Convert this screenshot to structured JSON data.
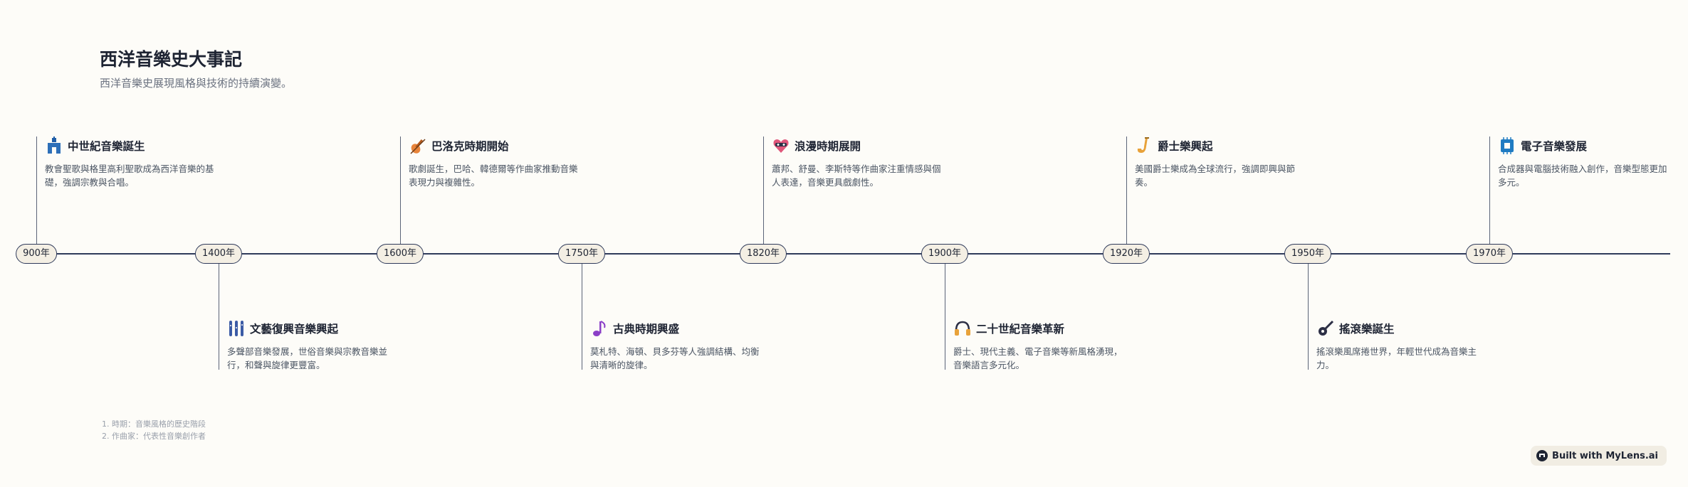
{
  "header": {
    "title": "西洋音樂史大事記",
    "subtitle": "西洋音樂史展現風格與技術的持續演變。"
  },
  "timeline": [
    {
      "year": "900年",
      "title": "中世紀音樂誕生",
      "desc": "教會聖歌與格里高利聖歌成為西洋音樂的基礎，強調宗教與合唱。",
      "icon": "church-icon",
      "side": "top"
    },
    {
      "year": "1400年",
      "title": "文藝復興音樂興起",
      "desc": "多聲部音樂發展，世俗音樂與宗教音樂並行，和聲與旋律更豐富。",
      "icon": "recorder-flutes-icon",
      "side": "bottom"
    },
    {
      "year": "1600年",
      "title": "巴洛克時期開始",
      "desc": "歌劇誕生，巴哈、韓德爾等作曲家推動音樂表現力與複雜性。",
      "icon": "violin-icon",
      "side": "top"
    },
    {
      "year": "1750年",
      "title": "古典時期興盛",
      "desc": "莫札特、海頓、貝多芬等人強調結構、均衡與清晰的旋律。",
      "icon": "music-note-icon",
      "side": "bottom"
    },
    {
      "year": "1820年",
      "title": "浪漫時期展開",
      "desc": "蕭邦、舒曼、李斯特等作曲家注重情感與個人表達，音樂更具戲劇性。",
      "icon": "heart-mask-icon",
      "side": "top"
    },
    {
      "year": "1900年",
      "title": "二十世紀音樂革新",
      "desc": "爵士、現代主義、電子音樂等新風格湧現，音樂語言多元化。",
      "icon": "headphones-icon",
      "side": "bottom"
    },
    {
      "year": "1920年",
      "title": "爵士樂興起",
      "desc": "美國爵士樂成為全球流行，強調即興與節奏。",
      "icon": "saxophone-icon",
      "side": "top"
    },
    {
      "year": "1950年",
      "title": "搖滾樂誕生",
      "desc": "搖滾樂風席捲世界，年輕世代成為音樂主力。",
      "icon": "electric-guitar-icon",
      "side": "bottom"
    },
    {
      "year": "1970年",
      "title": "電子音樂發展",
      "desc": "合成器與電腦技術融入創作，音樂型態更加多元。",
      "icon": "chip-icon",
      "side": "top"
    }
  ],
  "notes": [
    "1. 時期：音樂風格的歷史階段",
    "2. 作曲家：代表性音樂創作者"
  ],
  "badge": {
    "label": "Built with MyLens.ai"
  },
  "colors": {
    "axis": "#2f3a5a",
    "pill_bg": "#f4efe4",
    "background": "#fdfcf8"
  }
}
